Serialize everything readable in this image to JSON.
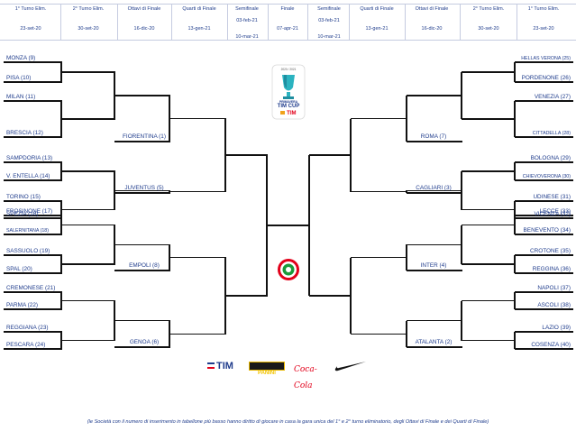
{
  "rounds_header": {
    "columns": [
      {
        "name": "1° Turno Elim.",
        "dates": [
          "23-set-20"
        ]
      },
      {
        "name": "2° Turno Elim.",
        "dates": [
          "30-set-20"
        ]
      },
      {
        "name": "Ottavi di Finale",
        "dates": [
          "16-dic-20"
        ]
      },
      {
        "name": "Quarti di Finale",
        "dates": [
          "13-gen-21"
        ]
      },
      {
        "name": "Semifinale",
        "dates": [
          "03-feb-21",
          "10-mar-21"
        ]
      },
      {
        "name": "Finale",
        "dates": [
          "07-apr-21"
        ]
      },
      {
        "name": "Semifinale",
        "dates": [
          "03-feb-21",
          "10-mar-21"
        ]
      },
      {
        "name": "Quarti di Finale",
        "dates": [
          "13-gen-21"
        ]
      },
      {
        "name": "Ottavi di Finale",
        "dates": [
          "16-dic-20"
        ]
      },
      {
        "name": "2° Turno Elim.",
        "dates": [
          "30-set-20"
        ]
      },
      {
        "name": "1° Turno Elim.",
        "dates": [
          "23-set-20"
        ]
      }
    ]
  },
  "left_pairs": [
    [
      "MONZA (9)",
      "PISA (10)"
    ],
    [
      "MILAN (11)",
      "BRESCIA (12)"
    ],
    [
      "SAMPDORIA (13)",
      "V. ENTELLA (14)"
    ],
    [
      "TORINO (15)",
      "SPEZIA (16)"
    ],
    [
      "FROSINONE (17)",
      "SALERNITANA (18)"
    ],
    [
      "SASSUOLO (19)",
      "SPAL (20)"
    ],
    [
      "CREMONESE (21)",
      "PARMA (22)"
    ],
    [
      "REGGIANA (23)",
      "PESCARA (24)"
    ]
  ],
  "left_seeds": [
    "FIORENTINA (1)",
    "JUVENTUS (5)",
    "EMPOLI (8)",
    "GENOA (6)"
  ],
  "right_pairs": [
    [
      "HELLAS VERONA (25)",
      "PORDENONE (26)"
    ],
    [
      "VENEZIA (27)",
      "CITTADELLA (28)"
    ],
    [
      "BOLOGNA (29)",
      "CHIEVOVERONA (30)"
    ],
    [
      "UDINESE (31)",
      "VICENZA (32)"
    ],
    [
      "LECCE (33)",
      "BENEVENTO (34)"
    ],
    [
      "CROTONE (35)",
      "REGGINA (36)"
    ],
    [
      "NAPOLI (37)",
      "ASCOLI (38)"
    ],
    [
      "LAZIO (39)",
      "COSENZA (40)"
    ]
  ],
  "right_seeds": [
    "ROMA (7)",
    "CAGLIARI (3)",
    "INTER (4)",
    "ATALANTA (2)"
  ],
  "trophy_logo": {
    "season": "2020 / 2021",
    "line1": "PRIMAVERA",
    "line2": "TIM CUP",
    "brand": "TIM"
  },
  "sponsors": [
    {
      "name": "tim-logo",
      "text": "TIM"
    },
    {
      "name": "panini-logo",
      "text": "PANINI"
    },
    {
      "name": "coca-cola-logo",
      "text": "Coca-Cola"
    },
    {
      "name": "nike-logo",
      "text": ""
    }
  ],
  "footnote": "(le Società con il numero di inserimento in tabellone più basso hanno diritto di giocare in casa la gara unica del 1° e 2° turno eliminatorio, degli Ottavi di Finale e dei Quarti di Finale)",
  "colors": {
    "text": "#1f3c8c",
    "lines": "#111111",
    "tim_blue": "#1f3c8c",
    "tim_red": "#e2001a"
  }
}
